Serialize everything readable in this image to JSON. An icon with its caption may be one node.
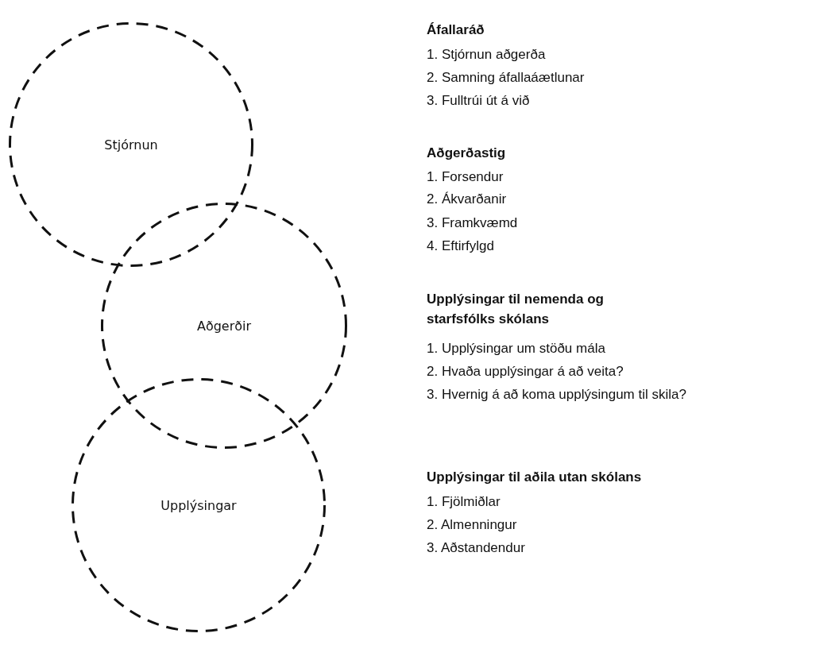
{
  "diagram": {
    "nodes": [
      {
        "text": [
          "Stjórnun"
        ]
      },
      {
        "text": [
          "Aðgerðir"
        ]
      },
      {
        "text": [
          "Upplýsingar"
        ]
      }
    ],
    "edges": [],
    "labels": [
      "Áfallaráð",
      "1. Stjórnun aðgerða",
      "2. Samning áfallaáætlunar",
      "3. Fulltrúi út á við",
      "Aðgerðastig",
      "1. Forsendur",
      "2. Ákvarðanir",
      "3. Framkvæmd",
      "4. Eftirfylgd",
      "Upplýsingar til nemenda og starfsfólks skólans",
      "1. Upplýsingar um stöðu mála",
      "2. Hvaða upplýsingar á að veita?",
      "3. Hvernig á að koma upplýsingum til skila?",
      "Upplýsingar til aðila utan skólans",
      "1. Fjölmiðlar",
      "2. Almenningur",
      "3. Aðstandendur"
    ]
  }
}
